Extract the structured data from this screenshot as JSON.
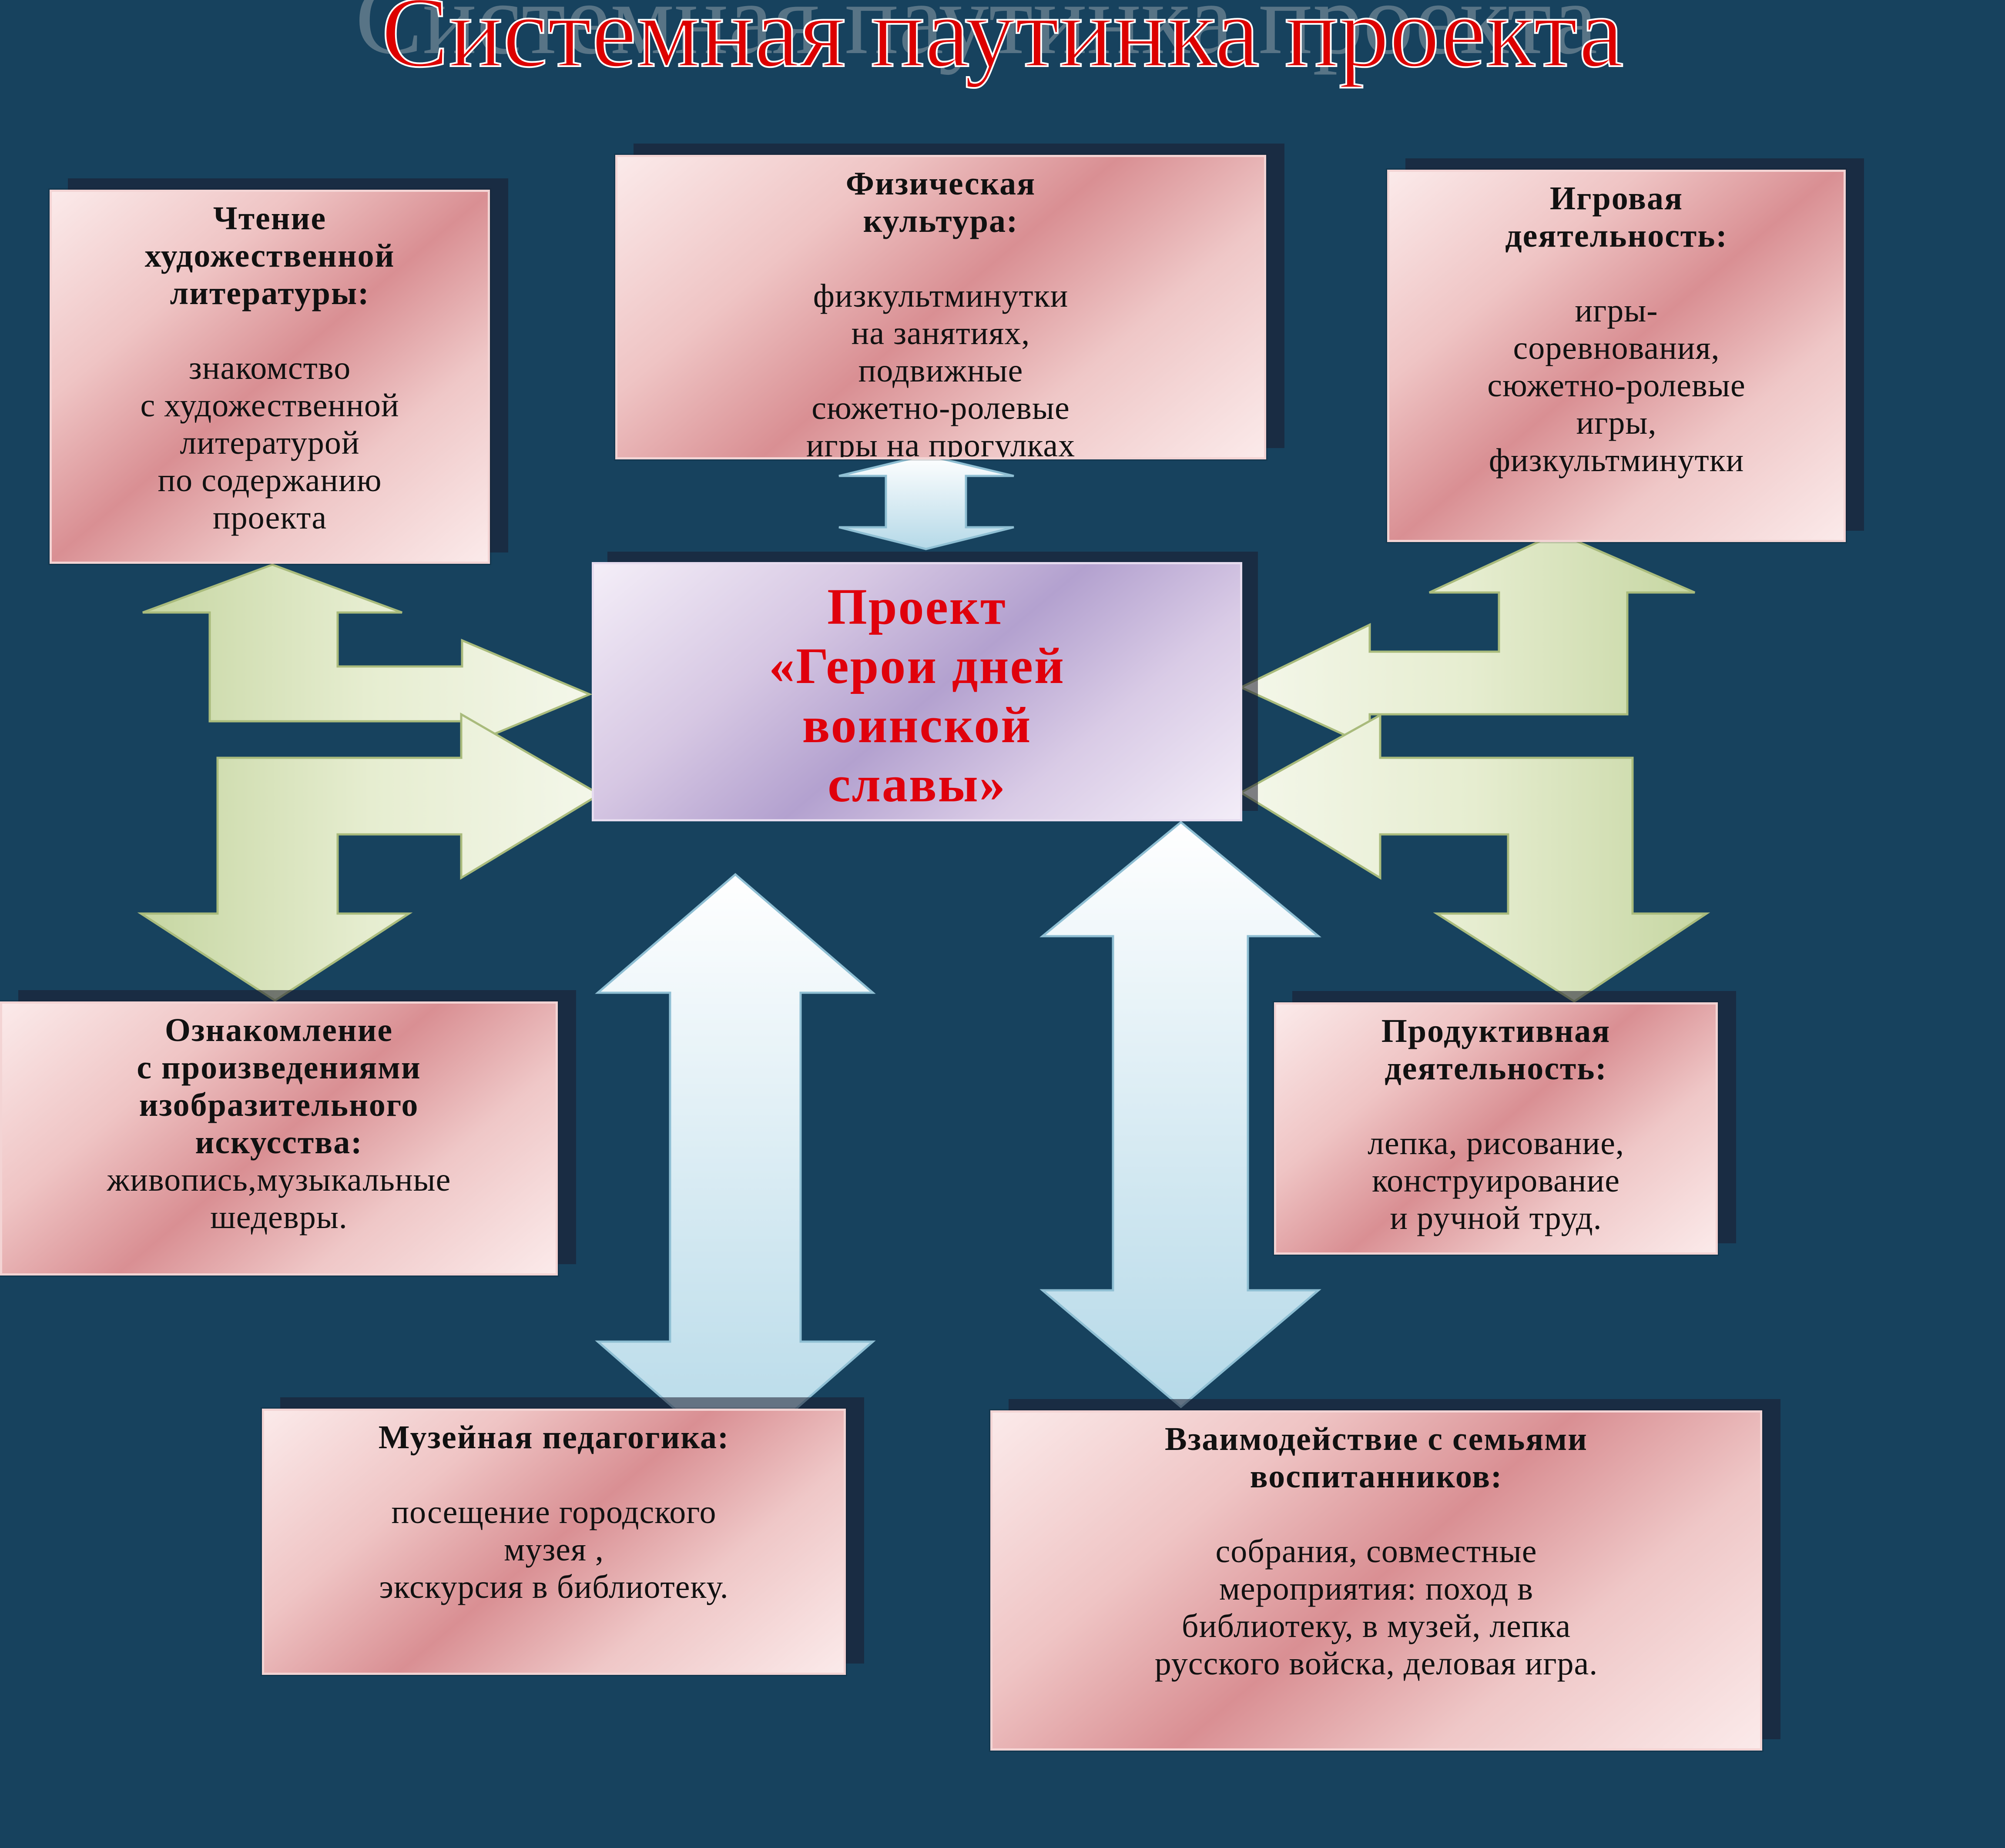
{
  "title": "Системная паутинка проекта",
  "center": {
    "text": "Проект\n«Герои дней\nвоинской\nславы»"
  },
  "boxes": {
    "reading": {
      "heading": "Чтение\nхудожественной\nлитературы:",
      "body": "знакомство\nс художественной\nлитературой\nпо содержанию\nпроекта"
    },
    "physical": {
      "heading": "Физическая\nкультура:",
      "body": "физкультминутки\nна занятиях,\nподвижные\nсюжетно-ролевые\nигры на прогулках"
    },
    "game": {
      "heading": "Игровая\nдеятельность:",
      "body": "игры-\nсоревнования,\nсюжетно-ролевые\nигры,\nфизкультминутки"
    },
    "art": {
      "heading": "Ознакомление\nс произведениями\nизобразительного\nискусства:",
      "body": "живопись,музыкальные\nшедевры."
    },
    "productive": {
      "heading": "Продуктивная\nдеятельность:",
      "body": "лепка, рисование,\nконструирование\nи ручной труд."
    },
    "museum": {
      "heading": "Музейная педагогика:",
      "body": "посещение городского\nмузея ,\nэкскурсия в библиотеку."
    },
    "family": {
      "heading": "Взаимодействие с семьями\nвоспитанников:",
      "body": "собрания, совместные\nмероприятия: поход в\nбиблиотеку,  в музей, лепка\nрусского войска, деловая игра."
    }
  },
  "colors": {
    "background": "#17425e",
    "title": "#dd0000",
    "center_text": "#e0000c",
    "arrow_green": "#dbe5bf",
    "arrow_blue": "#c7e3ef"
  }
}
